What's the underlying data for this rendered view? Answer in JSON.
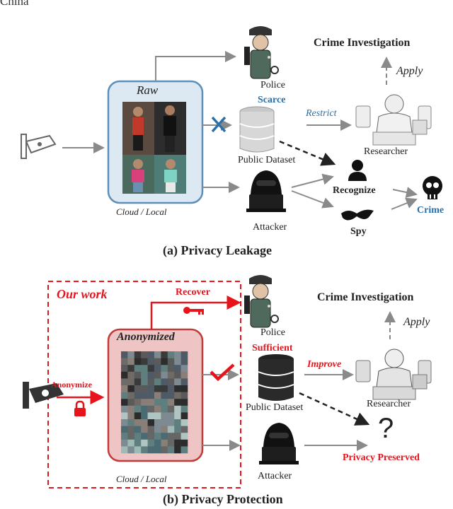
{
  "header_fragment": "China",
  "panel_a": {
    "caption": "(a) Privacy Leakage",
    "raw_label": "Raw",
    "cloud_label": "Cloud / Local",
    "police_label": "Police",
    "crime_investigation": "Crime Investigation",
    "apply": "Apply",
    "scarce": "Scarce",
    "restrict": "Restrict",
    "researcher_label": "Researcher",
    "public_dataset_label": "Public Dataset",
    "attacker_label": "Attacker",
    "recognize": "Recognize",
    "spy": "Spy",
    "crime": "Crime"
  },
  "panel_b": {
    "caption": "(b) Privacy Protection",
    "our_work": "Our work",
    "recover": "Recover",
    "anonymized_label": "Anonymized",
    "anonymize": "Anonymize",
    "cloud_label": "Cloud / Local",
    "police_label": "Police",
    "crime_investigation": "Crime Investigation",
    "apply": "Apply",
    "sufficient": "Sufficient",
    "improve": "Improve",
    "researcher_label": "Researcher",
    "public_dataset_label": "Public Dataset",
    "attacker_label": "Attacker",
    "privacy_preserved": "Privacy Preserved",
    "question_mark": "?"
  },
  "colors": {
    "accent_red": "#e8141c",
    "accent_blue": "#2a6fa8",
    "raw_box_fill": "#dce9f3",
    "raw_box_stroke": "#5d8fb8",
    "anon_box_fill": "#eec4c4",
    "anon_box_stroke": "#c23b3b",
    "arrow_gray": "#8a8a8a"
  }
}
